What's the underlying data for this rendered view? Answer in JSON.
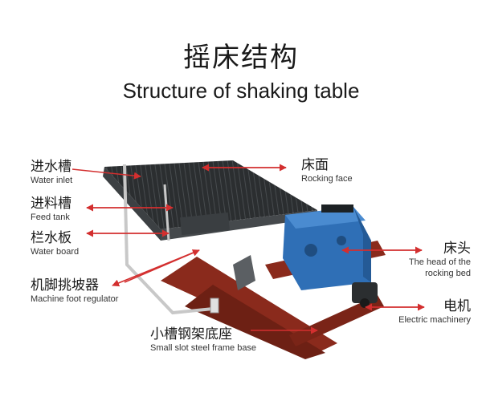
{
  "title_cn": "摇床结构",
  "title_en": "Structure of shaking table",
  "labels": {
    "water_inlet": {
      "cn": "进水槽",
      "en": "Water inlet"
    },
    "feed_tank": {
      "cn": "进料槽",
      "en": "Feed tank"
    },
    "water_board": {
      "cn": "栏水板",
      "en": "Water board"
    },
    "foot_regulator": {
      "cn": "机脚挑坡器",
      "en": "Machine foot regulator"
    },
    "frame_base": {
      "cn": "小槽钢架底座",
      "en": "Small slot steel frame base"
    },
    "rocking_face": {
      "cn": "床面",
      "en": "Rocking face"
    },
    "bed_head": {
      "cn": "床头",
      "en_line1": "The head of the",
      "en_line2": "rocking bed"
    },
    "motor": {
      "cn": "电机",
      "en": "Electric machinery"
    }
  },
  "colors": {
    "arrow": "#d32f2f",
    "deck": "#2b2e30",
    "gearbox": "#2f6fb6",
    "frame": "#8a2a1c",
    "steel": "#5b5f63"
  }
}
